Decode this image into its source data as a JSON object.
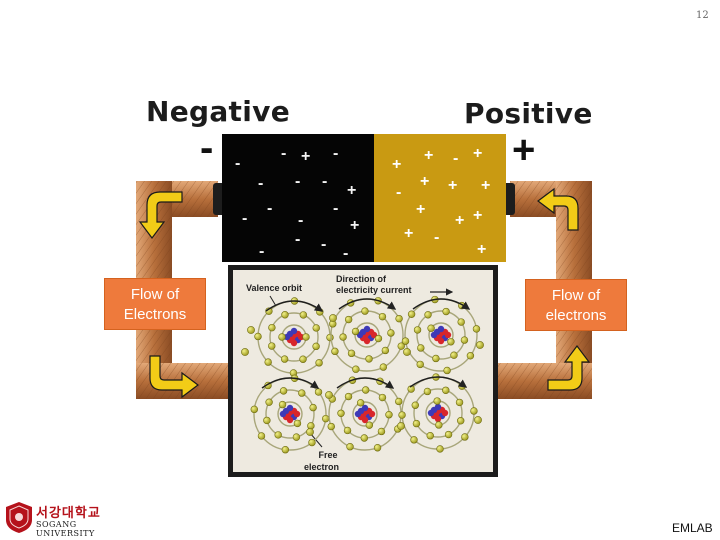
{
  "page_number": "12",
  "headings": {
    "negative": "Negative",
    "positive": "Positive"
  },
  "terminals": {
    "negative_sign": "-",
    "positive_sign": "+"
  },
  "battery": {
    "negative_charges": [
      "-",
      "-",
      "+",
      "-",
      "-",
      "-",
      "-",
      "+",
      "-",
      "-",
      "-",
      "-",
      "+",
      "-",
      "-",
      "-",
      "-"
    ],
    "positive_charges": [
      "+",
      "+",
      "-",
      "+",
      "-",
      "+",
      "+",
      "+",
      "+",
      "+",
      "+",
      "-",
      "+"
    ]
  },
  "flow_boxes": {
    "left": [
      "Flow of",
      "Electrons"
    ],
    "right": [
      "Flow of",
      "electrons"
    ]
  },
  "atom_panel": {
    "valence_label": "Valence orbit",
    "direction_label": [
      "Direction of",
      "electricity current"
    ],
    "free_electron_label": [
      "Free",
      "electron"
    ]
  },
  "logo": {
    "korean_text": "서강대학교",
    "english_text": "SOGANG UNIVERSITY"
  },
  "footer": {
    "brand": "EMLAB"
  },
  "colors": {
    "copper": "#b8703c",
    "battery_negative": "#050505",
    "battery_positive": "#c99a12",
    "arrow_fill": "#f2cc17",
    "flow_box": "#ee7a3c",
    "nucleus_proton": "#d8262b",
    "nucleus_neutron": "#3e3ab7",
    "electron": "#c6c22c",
    "logo_red": "#b5121b"
  }
}
